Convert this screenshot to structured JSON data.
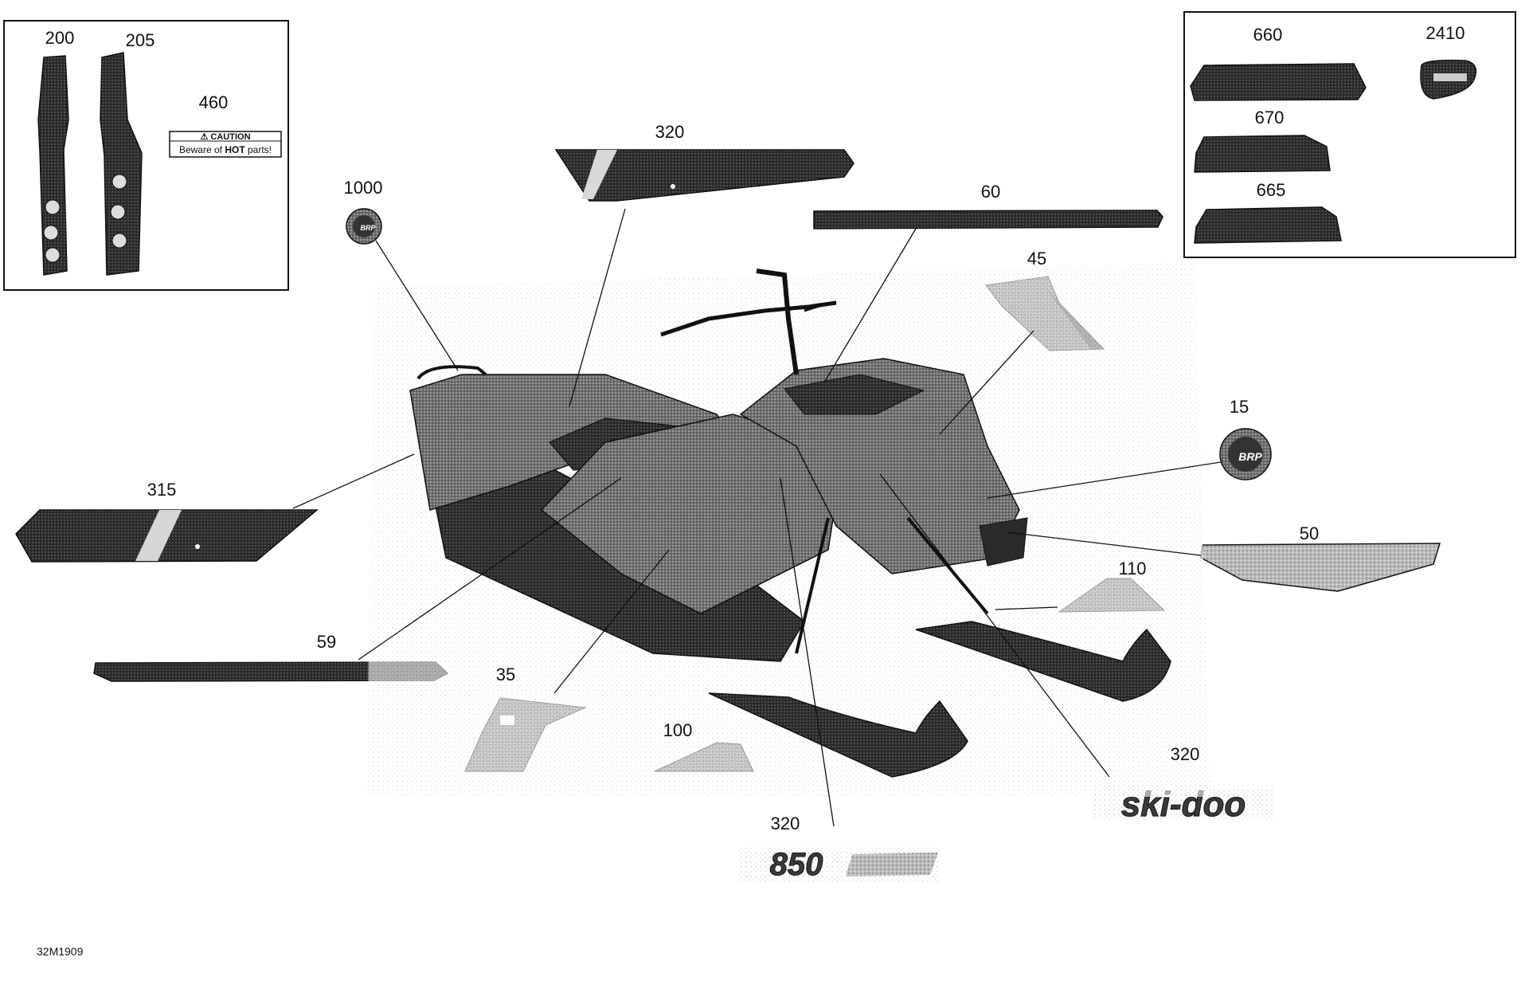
{
  "figure_code": "32M1909",
  "callouts": [
    {
      "id": "c200",
      "label": "200"
    },
    {
      "id": "c205",
      "label": "205"
    },
    {
      "id": "c460",
      "label": "460"
    },
    {
      "id": "c1000",
      "label": "1000"
    },
    {
      "id": "c320a",
      "label": "320"
    },
    {
      "id": "c60",
      "label": "60"
    },
    {
      "id": "c45",
      "label": "45"
    },
    {
      "id": "c660",
      "label": "660"
    },
    {
      "id": "c2410",
      "label": "2410"
    },
    {
      "id": "c670",
      "label": "670"
    },
    {
      "id": "c665",
      "label": "665"
    },
    {
      "id": "c15",
      "label": "15"
    },
    {
      "id": "c315",
      "label": "315"
    },
    {
      "id": "c50",
      "label": "50"
    },
    {
      "id": "c110",
      "label": "110"
    },
    {
      "id": "c59",
      "label": "59"
    },
    {
      "id": "c35",
      "label": "35"
    },
    {
      "id": "c100",
      "label": "100"
    },
    {
      "id": "c320b",
      "label": "320"
    },
    {
      "id": "c320c",
      "label": "320"
    }
  ],
  "decal_text": {
    "caution_title": "⚠ CAUTION",
    "caution_body_a": "Beware of ",
    "caution_body_b": "HOT",
    "caution_body_c": " parts!",
    "brp_logo": "BRP",
    "skidoo_logo": "ski-doo",
    "model_badge": "850"
  },
  "colors": {
    "ink": "#111111",
    "decal_dark": "#2b2b2b",
    "decal_mid": "#555555",
    "decal_light": "#9a9a9a",
    "body_grey": "#7a7a7a"
  }
}
